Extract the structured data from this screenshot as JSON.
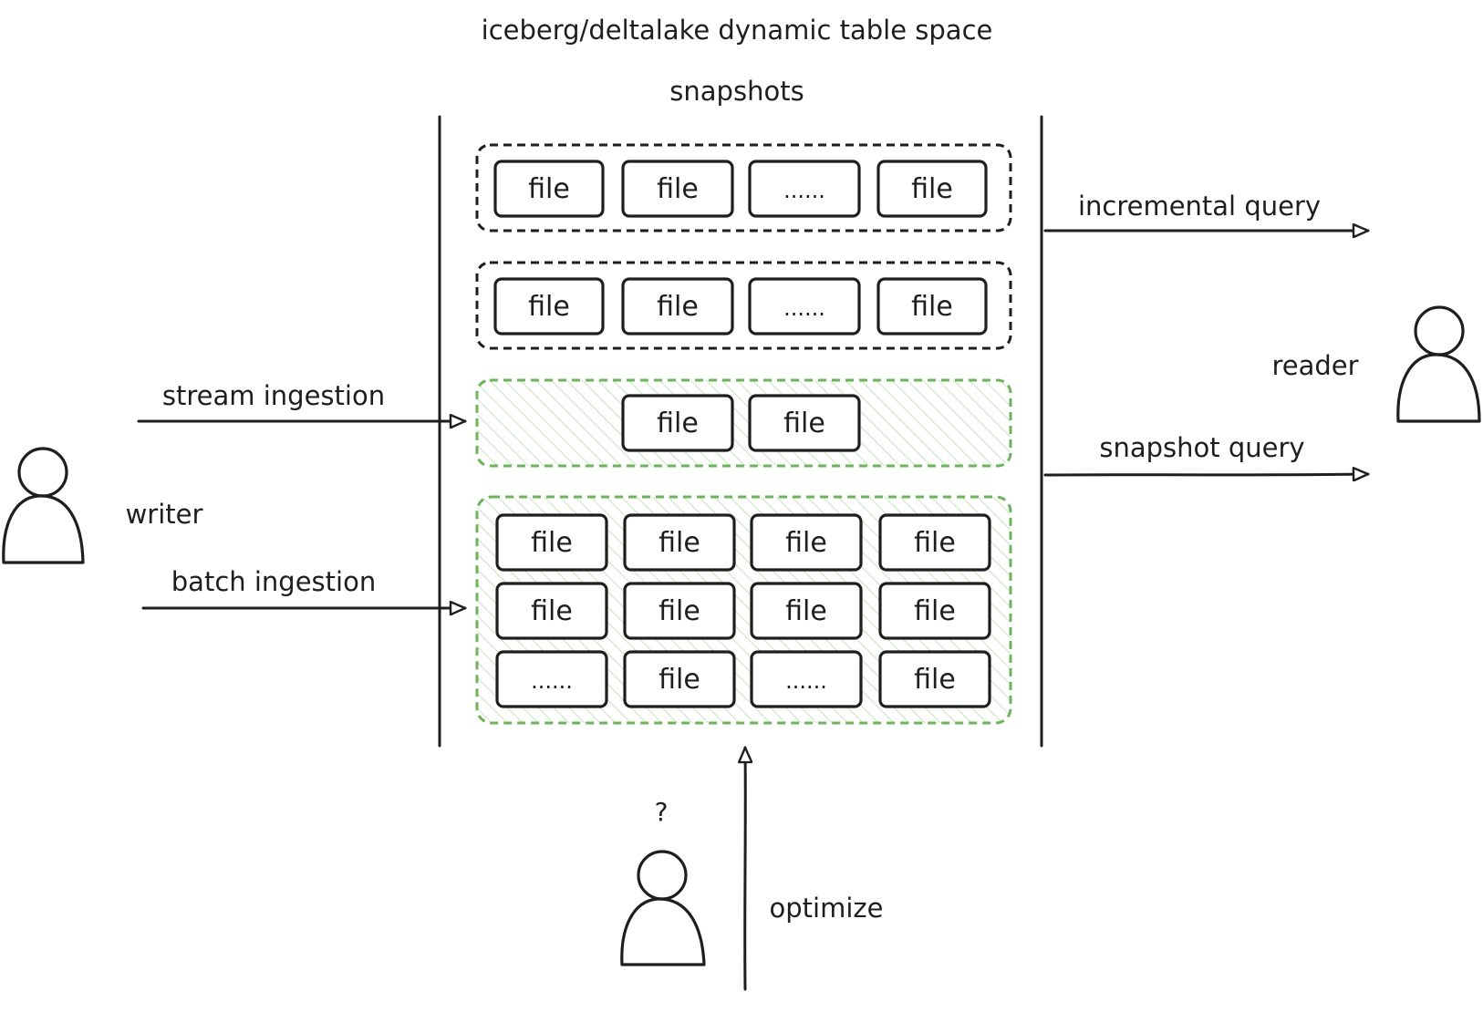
{
  "title": "iceberg/deltalake dynamic table space",
  "snapshots_label": "snapshots",
  "actors": {
    "writer": "writer",
    "reader": "reader",
    "optimizer_mark": "?"
  },
  "flows": {
    "stream_ingestion": "stream ingestion",
    "batch_ingestion": "batch ingestion",
    "incremental_query": "incremental query",
    "snapshot_query": "snapshot query",
    "optimize": "optimize"
  },
  "snapshots": [
    {
      "style": "committed",
      "files": [
        "file",
        "file",
        "......",
        "file"
      ]
    },
    {
      "style": "committed",
      "files": [
        "file",
        "file",
        "......",
        "file"
      ]
    },
    {
      "style": "pending",
      "files": [
        "file",
        "file"
      ]
    },
    {
      "style": "pending",
      "rows": [
        [
          "file",
          "file",
          "file",
          "file"
        ],
        [
          "file",
          "file",
          "file",
          "file"
        ],
        [
          "......",
          "file",
          "......",
          "file"
        ]
      ]
    }
  ],
  "colors": {
    "ink": "#1e1e1e",
    "pending_border": "#6db35b",
    "pending_hatch": "#b9dcae"
  }
}
